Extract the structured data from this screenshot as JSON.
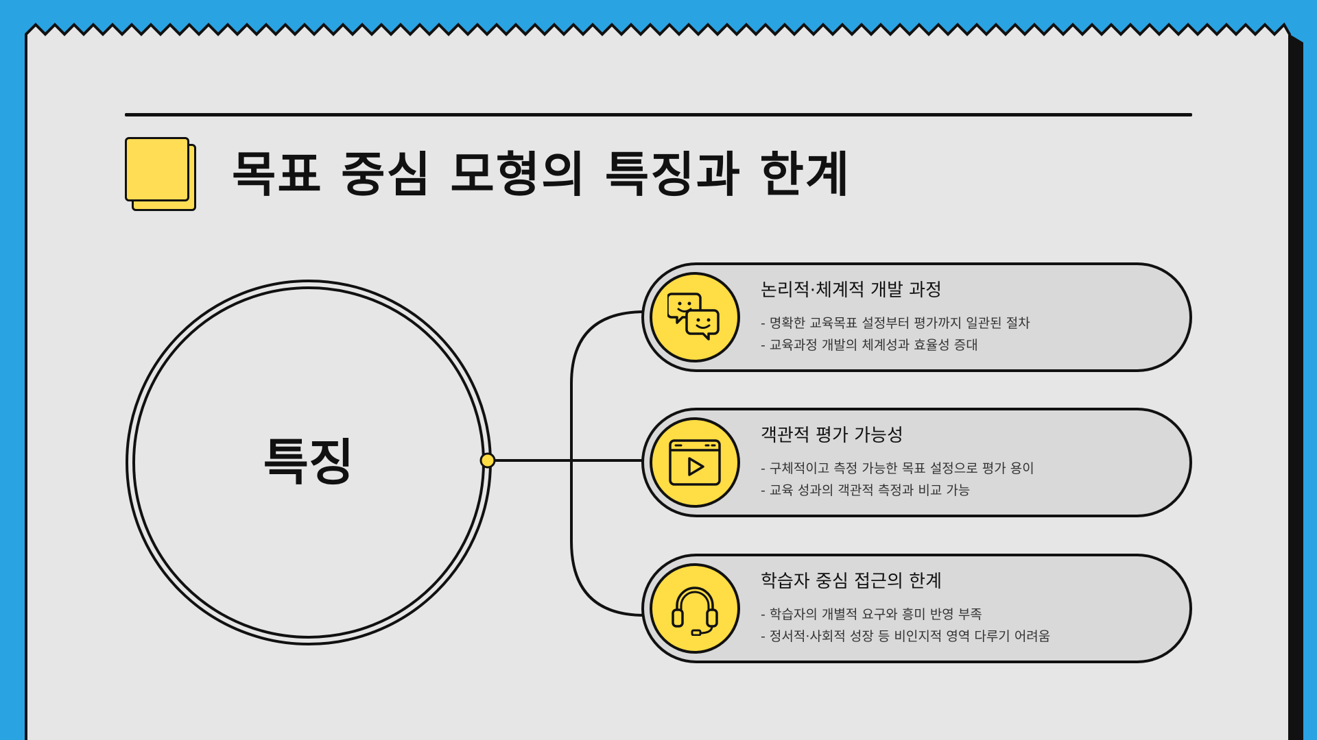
{
  "colors": {
    "background": "#2aa3e3",
    "paper": "#e6e6e6",
    "accent": "#ffdd44",
    "pill": "#d9d9d9",
    "ink": "#111111"
  },
  "title": "목표 중심 모형의 특징과 한계",
  "hub": {
    "label": "특징"
  },
  "items": [
    {
      "icon": "chat-faces-icon",
      "heading": "논리적·체계적 개발 과정",
      "bullets": [
        "- 명확한 교육목표 설정부터 평가까지 일관된 절차",
        "- 교육과정 개발의 체계성과 효율성 증대"
      ]
    },
    {
      "icon": "video-player-icon",
      "heading": "객관적 평가 가능성",
      "bullets": [
        "- 구체적이고 측정 가능한 목표 설정으로 평가 용이",
        "- 교육 성과의 객관적 측정과 비교 가능"
      ]
    },
    {
      "icon": "headset-icon",
      "heading": "학습자 중심 접근의 한계",
      "bullets": [
        "- 학습자의 개별적 요구와 흥미 반영 부족",
        "- 정서적·사회적 성장 등 비인지적 영역 다루기 어려움"
      ]
    }
  ]
}
